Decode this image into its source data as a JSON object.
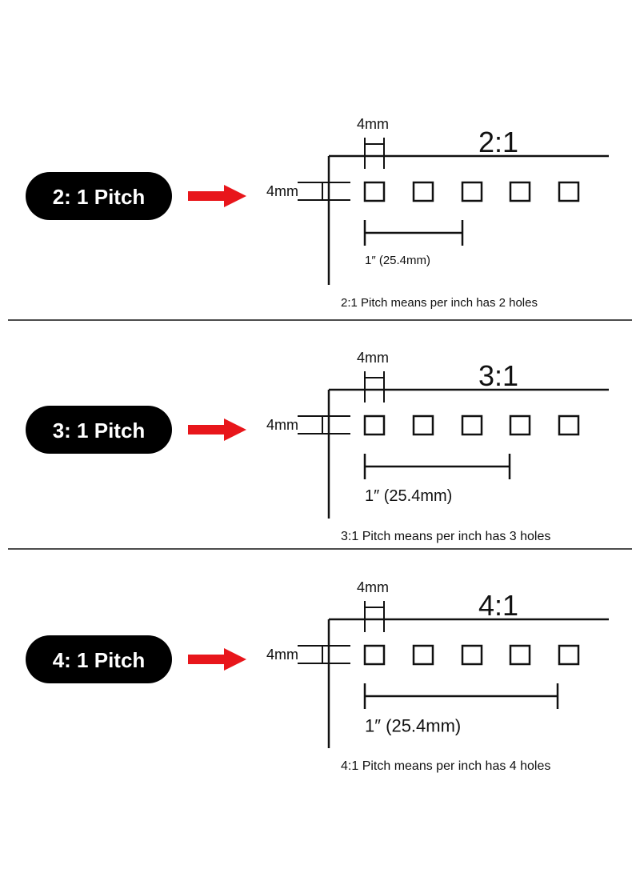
{
  "colors": {
    "ink": "#111111",
    "pill_bg": "#000000",
    "pill_text": "#ffffff",
    "arrow": "#e8161b",
    "background": "#ffffff"
  },
  "sections": [
    {
      "pill_label": "2: 1 Pitch",
      "ratio": "2:1",
      "hole_size_top": "4mm",
      "hole_size_side": "4mm",
      "span_label": "1″ (25.4mm)",
      "caption": "2:1 Pitch means per inch has 2 holes",
      "holes_per_inch": 2
    },
    {
      "pill_label": "3: 1 Pitch",
      "ratio": "3:1",
      "hole_size_top": "4mm",
      "hole_size_side": "4mm",
      "span_label": "1″ (25.4mm)",
      "caption": "3:1 Pitch means per inch has 3 holes",
      "holes_per_inch": 3
    },
    {
      "pill_label": "4: 1 Pitch",
      "ratio": "4:1",
      "hole_size_top": "4mm",
      "hole_size_side": "4mm",
      "span_label": "1″ (25.4mm)",
      "caption": "4:1 Pitch means per inch has 4 holes",
      "holes_per_inch": 4
    }
  ]
}
